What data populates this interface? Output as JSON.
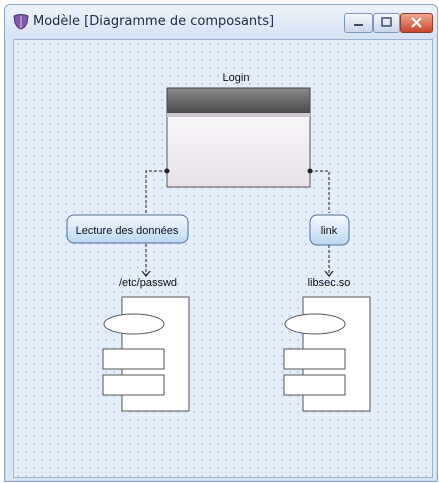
{
  "window": {
    "title": "Modèle [Diagramme de composants]",
    "icon": "shield-icon",
    "controls": {
      "minimize": "minimize-icon",
      "maximize": "maximize-icon",
      "close": "close-icon"
    }
  },
  "diagram": {
    "main_component": {
      "label": "Login"
    },
    "links": [
      {
        "label": "Lecture des données"
      },
      {
        "label": "link"
      }
    ],
    "components": [
      {
        "label": "/etc/passwd"
      },
      {
        "label": "libsec.so"
      }
    ]
  }
}
